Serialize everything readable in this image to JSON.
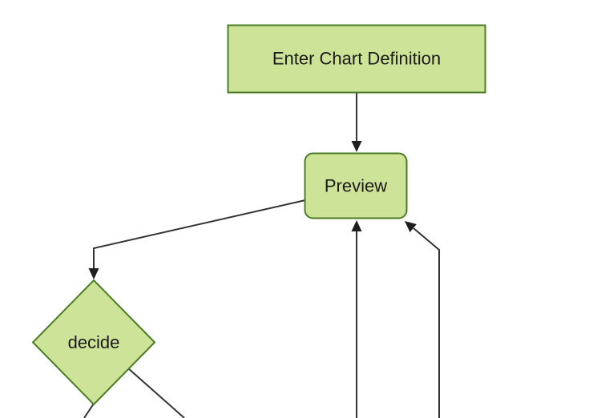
{
  "diagram": {
    "type": "flowchart",
    "orientation": "top-down",
    "background": "#ffffff",
    "theme": {
      "node_fill": "#cde498",
      "node_border": "#4d7c26",
      "edge_color": "#333333",
      "arrowhead_color": "#1f1f1f",
      "label_color": "#1a1a1a"
    },
    "nodes": [
      {
        "id": "enter-chart-definition",
        "label": "Enter Chart Definition",
        "shape": "rectangle"
      },
      {
        "id": "preview",
        "label": "Preview",
        "shape": "rounded-rectangle"
      },
      {
        "id": "decide",
        "label": "decide",
        "shape": "diamond"
      }
    ],
    "edges": [
      {
        "from": "enter-chart-definition",
        "to": "preview",
        "style": "arrow"
      },
      {
        "from": "preview",
        "to": "decide",
        "style": "arrow-with-bend"
      },
      {
        "from": "offscreen-bottom",
        "to": "preview",
        "style": "arrow-vertical"
      },
      {
        "from": "offscreen-bottom",
        "to": "preview",
        "style": "arrow-with-bend"
      },
      {
        "from": "decide",
        "to": "offscreen-bottom",
        "style": "line-exits-frame"
      },
      {
        "from": "decide",
        "to": "offscreen-bottom",
        "style": "line-exits-frame"
      }
    ]
  }
}
